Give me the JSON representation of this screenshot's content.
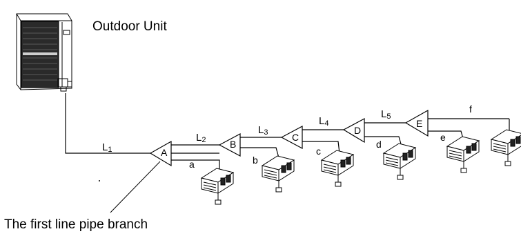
{
  "outdoor_unit": {
    "label": "Outdoor Unit"
  },
  "caption": "The first line pipe branch",
  "main_segments": [
    {
      "main": "L",
      "sub": "1"
    },
    {
      "main": "L",
      "sub": "2"
    },
    {
      "main": "L",
      "sub": "3"
    },
    {
      "main": "L",
      "sub": "4"
    },
    {
      "main": "L",
      "sub": "5"
    }
  ],
  "branch_joints": [
    "A",
    "B",
    "C",
    "D",
    "E"
  ],
  "indoor_pipes": [
    "a",
    "b",
    "c",
    "d",
    "e",
    "f"
  ]
}
